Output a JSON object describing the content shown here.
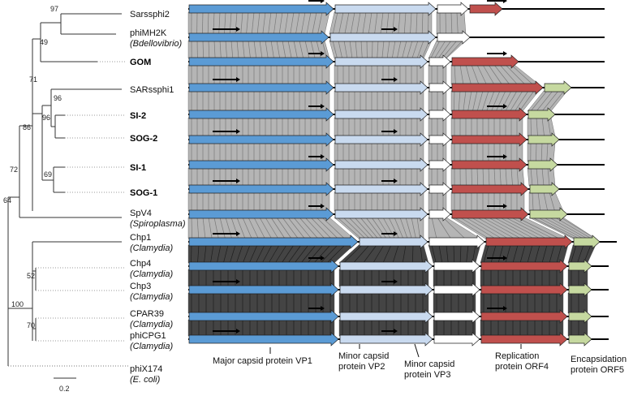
{
  "tree": {
    "taxa": [
      {
        "name": "Sarssphi2",
        "host": "",
        "bold": false
      },
      {
        "name": "phiMH2K",
        "host": "Bdellovibrio",
        "bold": false
      },
      {
        "name": "GOM",
        "host": "",
        "bold": true
      },
      {
        "name": "SARssphi1",
        "host": "",
        "bold": false
      },
      {
        "name": "SI-2",
        "host": "",
        "bold": true
      },
      {
        "name": "SOG-2",
        "host": "",
        "bold": true
      },
      {
        "name": "SI-1",
        "host": "",
        "bold": true
      },
      {
        "name": "SOG-1",
        "host": "",
        "bold": true
      },
      {
        "name": "SpV4",
        "host": "Spiroplasma",
        "bold": false
      },
      {
        "name": "Chp1",
        "host": "Clamydia",
        "bold": false
      },
      {
        "name": "Chp4",
        "host": "Clamydia",
        "bold": false
      },
      {
        "name": "Chp3",
        "host": "Clamydia",
        "bold": false
      },
      {
        "name": "CPAR39",
        "host": "Clamydia",
        "bold": false
      },
      {
        "name": "phiCPG1",
        "host": "Clamydia",
        "bold": false
      },
      {
        "name": "phiX174",
        "host": "E. coli",
        "bold": false
      }
    ],
    "bootstrap": [
      "97",
      "49",
      "71",
      "96",
      "96",
      "86",
      "69",
      "72",
      "64",
      "52",
      "100",
      "70"
    ],
    "scale_bar": "0.2"
  },
  "genes": [
    {
      "label_lines": [
        "Major capsid protein VP1"
      ],
      "color": "#5b9bd5"
    },
    {
      "label_lines": [
        "Minor capsid",
        "protein VP2"
      ],
      "color": "#c9daef"
    },
    {
      "label_lines": [
        "Minor capsid",
        "protein VP3"
      ],
      "color": "#ffffff"
    },
    {
      "label_lines": [
        "Replication",
        "protein ORF4"
      ],
      "color": "#c0504d"
    },
    {
      "label_lines": [
        "Encapsidation",
        "protein ORF5"
      ],
      "color": "#c6d9a0"
    }
  ]
}
